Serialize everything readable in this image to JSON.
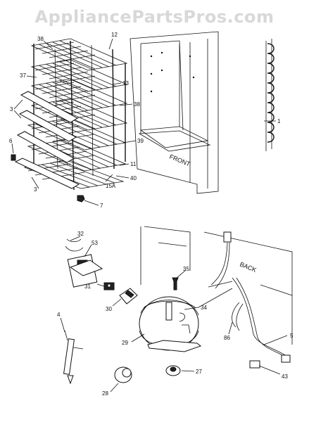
{
  "watermark": "AppliancePartsPros.com",
  "words": {
    "front": "FRONT",
    "back": "BACK"
  },
  "callouts": [
    {
      "key": "p38a",
      "text": "38"
    },
    {
      "key": "p12",
      "text": "12"
    },
    {
      "key": "p37",
      "text": "37"
    },
    {
      "key": "p13",
      "text": "13"
    },
    {
      "key": "p3a",
      "text": "3"
    },
    {
      "key": "p38b",
      "text": "38"
    },
    {
      "key": "p1",
      "text": "1"
    },
    {
      "key": "p6",
      "text": "6"
    },
    {
      "key": "p39",
      "text": "39"
    },
    {
      "key": "p11",
      "text": "11"
    },
    {
      "key": "p40",
      "text": "40"
    },
    {
      "key": "p3b",
      "text": "3"
    },
    {
      "key": "p15a",
      "text": "15A"
    },
    {
      "key": "p7",
      "text": "7"
    },
    {
      "key": "p32",
      "text": "32"
    },
    {
      "key": "p53",
      "text": "53"
    },
    {
      "key": "p35",
      "text": "35"
    },
    {
      "key": "p34",
      "text": "34"
    },
    {
      "key": "p31",
      "text": "31"
    },
    {
      "key": "p30",
      "text": "30"
    },
    {
      "key": "p4",
      "text": "4"
    },
    {
      "key": "p86",
      "text": "86"
    },
    {
      "key": "p5",
      "text": "5"
    },
    {
      "key": "p29",
      "text": "29"
    },
    {
      "key": "p27",
      "text": "27"
    },
    {
      "key": "p28",
      "text": "28"
    },
    {
      "key": "p43",
      "text": "43"
    }
  ]
}
